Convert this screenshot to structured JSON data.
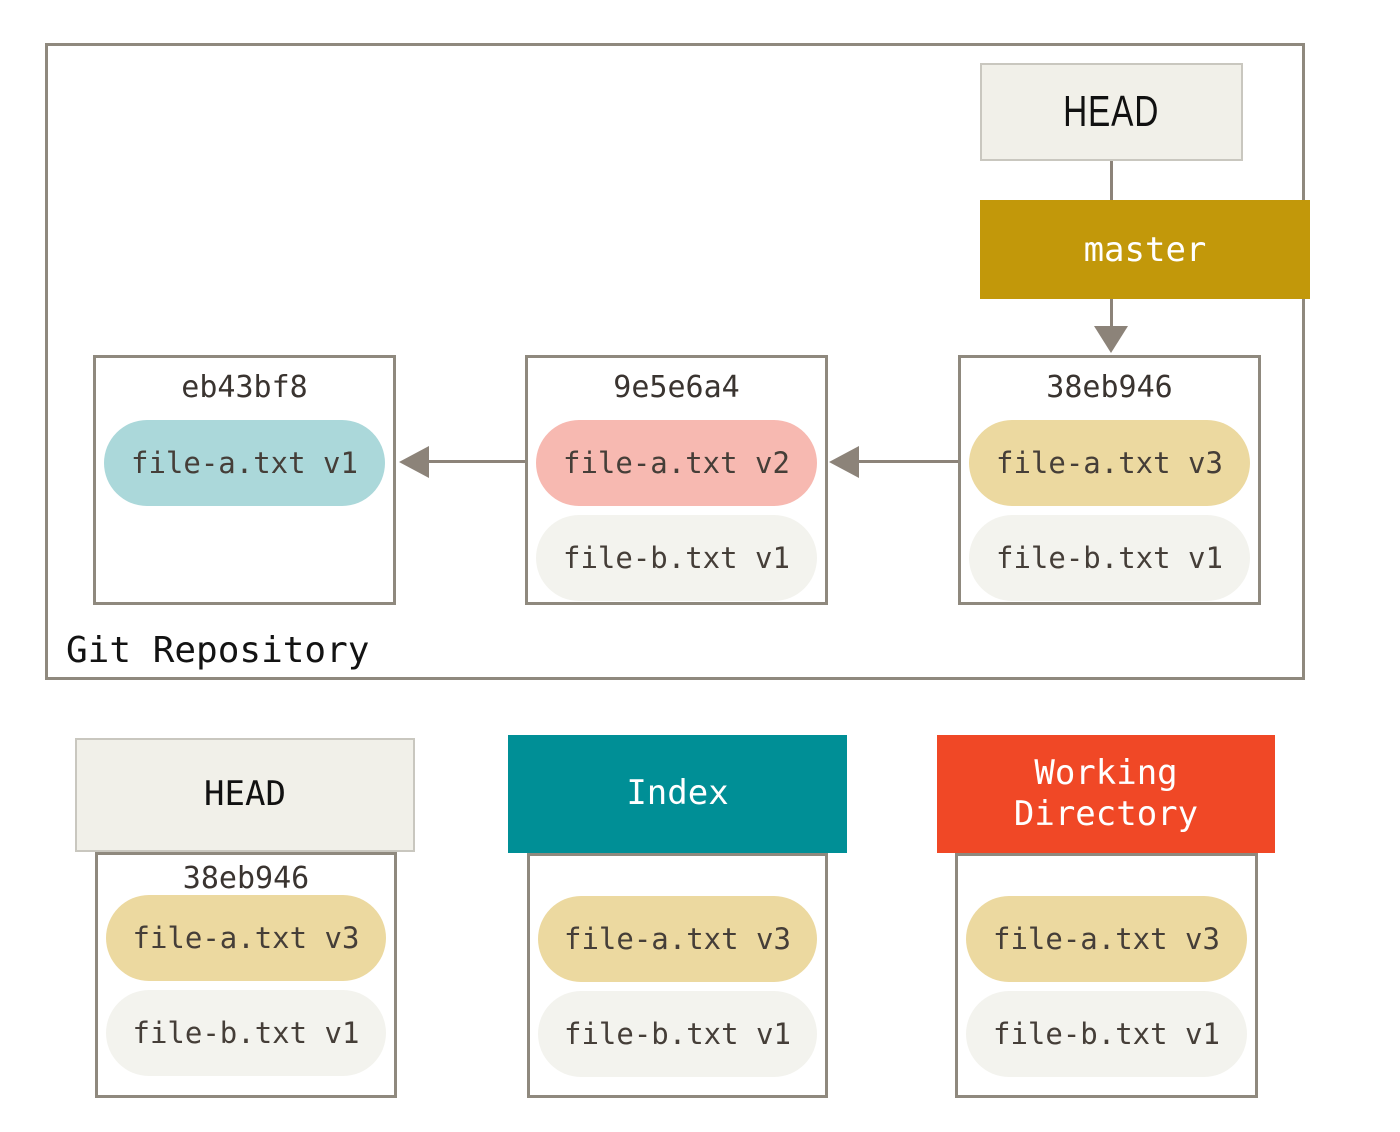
{
  "colors": {
    "canvas_bg": "#ffffff",
    "box_border": "#8f897e",
    "arrow": "#8c8379",
    "head_box_bg": "#f1f0e9",
    "head_box_border": "#c9c7bf",
    "master_bg": "#c2980a",
    "index_bg": "#008f96",
    "working_bg": "#f04826",
    "header_text": "#ffffff",
    "hash_text": "#3a3430",
    "pill_text": "#453e38",
    "pill_teal": "#abd8da",
    "pill_pink": "#f7b9b1",
    "pill_gold": "#ecd9a0",
    "pill_neutral": "#f3f3ee"
  },
  "repository": {
    "label": "Git Repository",
    "head": {
      "label": "HEAD"
    },
    "branch": {
      "label": "master"
    },
    "commits": [
      {
        "id": "eb43bf8",
        "files": [
          {
            "label": "file-a.txt v1",
            "color": "#abd8da"
          }
        ]
      },
      {
        "id": "9e5e6a4",
        "files": [
          {
            "label": "file-a.txt v2",
            "color": "#f7b9b1"
          },
          {
            "label": "file-b.txt v1",
            "color": "#f3f3ee"
          }
        ]
      },
      {
        "id": "38eb946",
        "files": [
          {
            "label": "file-a.txt v3",
            "color": "#ecd9a0"
          },
          {
            "label": "file-b.txt v1",
            "color": "#f3f3ee"
          }
        ]
      }
    ]
  },
  "areas": [
    {
      "title": "HEAD",
      "commit_id": "38eb946",
      "files": [
        {
          "label": "file-a.txt v3",
          "color": "#ecd9a0"
        },
        {
          "label": "file-b.txt v1",
          "color": "#f3f3ee"
        }
      ]
    },
    {
      "title": "Index",
      "files": [
        {
          "label": "file-a.txt v3",
          "color": "#ecd9a0"
        },
        {
          "label": "file-b.txt v1",
          "color": "#f3f3ee"
        }
      ]
    },
    {
      "title": "Working Directory",
      "files": [
        {
          "label": "file-a.txt v3",
          "color": "#ecd9a0"
        },
        {
          "label": "file-b.txt v1",
          "color": "#f3f3ee"
        }
      ]
    }
  ]
}
